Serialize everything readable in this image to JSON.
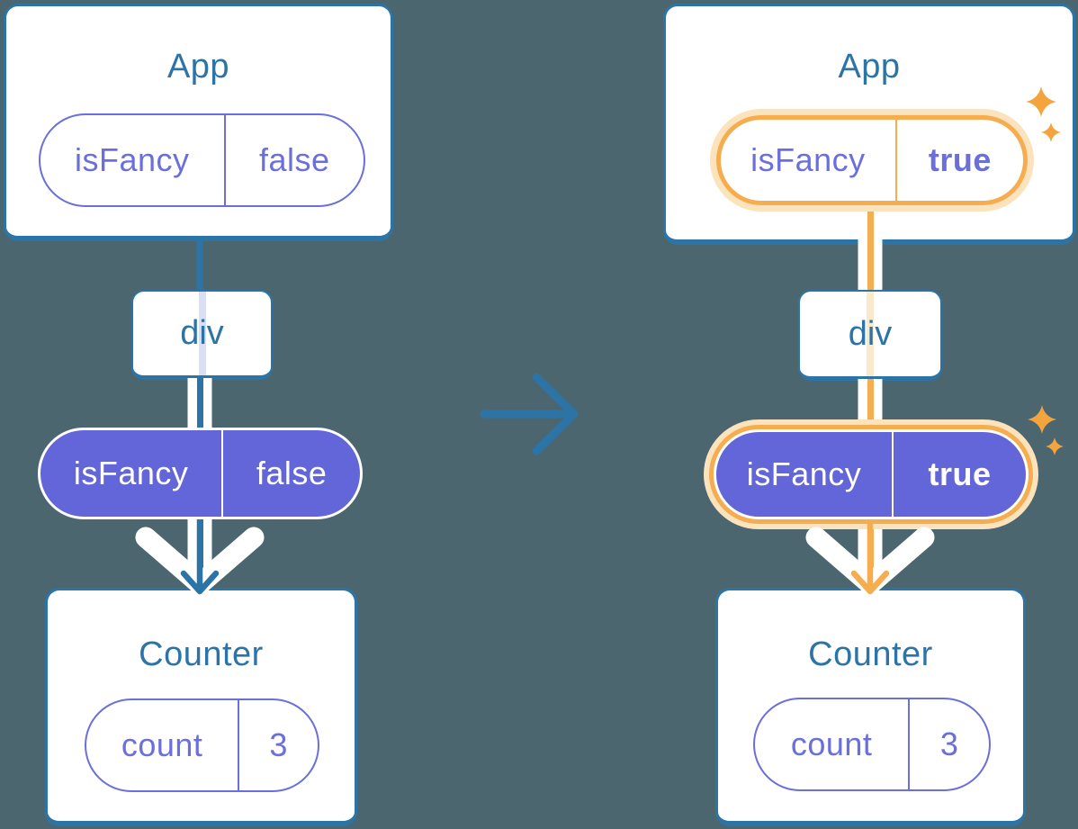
{
  "panels": {
    "before": {
      "app": {
        "title": "App",
        "prop_name": "isFancy",
        "prop_value": "false"
      },
      "div_label": "div",
      "passed_prop": {
        "name": "isFancy",
        "value": "false"
      },
      "counter": {
        "title": "Counter",
        "state_name": "count",
        "state_value": "3"
      }
    },
    "after": {
      "app": {
        "title": "App",
        "prop_name": "isFancy",
        "prop_value": "true"
      },
      "div_label": "div",
      "passed_prop": {
        "name": "isFancy",
        "value": "true"
      },
      "counter": {
        "title": "Counter",
        "state_name": "count",
        "state_value": "3"
      }
    }
  },
  "icons": {
    "transition_arrow": "right-arrow",
    "flow_arrow": "down-arrow",
    "sparkle": "four-point-star"
  },
  "colors": {
    "background": "#4C6670",
    "card_border_blue": "#2D74A6",
    "title_text_blue": "#2D74A6",
    "purple_fill": "#6366D9",
    "purple_outline": "#6A6FDB",
    "orange_highlight": "#F6AD4F",
    "orange_light": "#FBE3BD",
    "pipe_through_blue": "#D9DFF4",
    "pipe_through_orange": "#FBE9CC",
    "white": "#FFFFFF"
  }
}
